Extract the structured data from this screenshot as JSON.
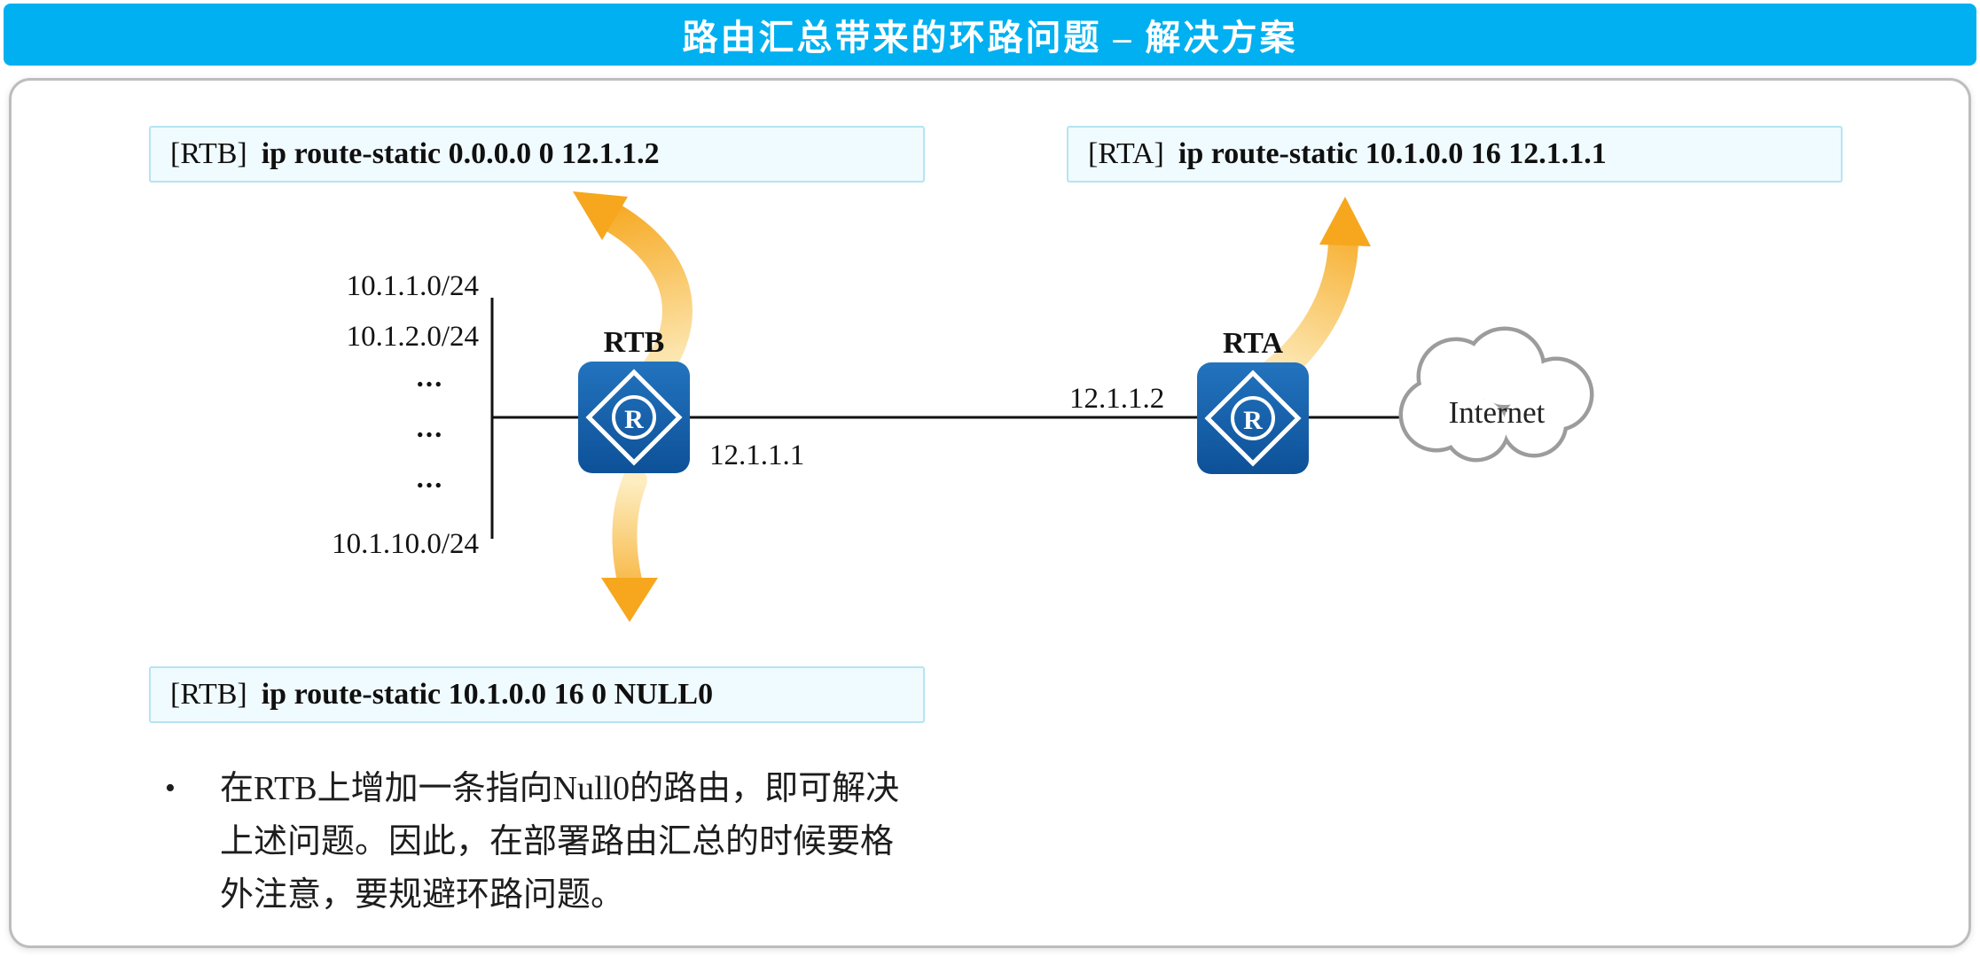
{
  "banner": {
    "title": "路由汇总带来的环路问题 – 解决方案"
  },
  "commands": {
    "rtb_default_route": {
      "prefix": "[RTB]",
      "text": "ip route-static 0.0.0.0 0 12.1.1.2"
    },
    "rta_summary_route": {
      "prefix": "[RTA]",
      "text": "ip route-static 10.1.0.0 16 12.1.1.1"
    },
    "rtb_null0_route": {
      "prefix": "[RTB]",
      "text": "ip route-static 10.1.0.0 16 0 NULL0"
    }
  },
  "topology": {
    "networks": [
      "10.1.1.0/24",
      "10.1.2.0/24",
      "...",
      "...",
      "...",
      "10.1.10.0/24"
    ],
    "routers": [
      {
        "name": "RTB",
        "link_ip": "12.1.1.1"
      },
      {
        "name": "RTA",
        "link_ip": "12.1.1.2"
      }
    ],
    "cloud_label": "Internet"
  },
  "note": {
    "bullet": "•",
    "text": "在RTB上增加一条指向Null0的路由，即可解决上述问题。因此，在部署路由汇总的时候要格外注意，要规避环路问题。"
  },
  "icons": {
    "router_glyph": "R"
  },
  "colors": {
    "accent": "#00b0f0",
    "router_blue": "#1565ad",
    "arrow_orange": "#f6a71e",
    "command_box_bg": "#f0fbff",
    "command_box_border": "#b5e4f2"
  }
}
